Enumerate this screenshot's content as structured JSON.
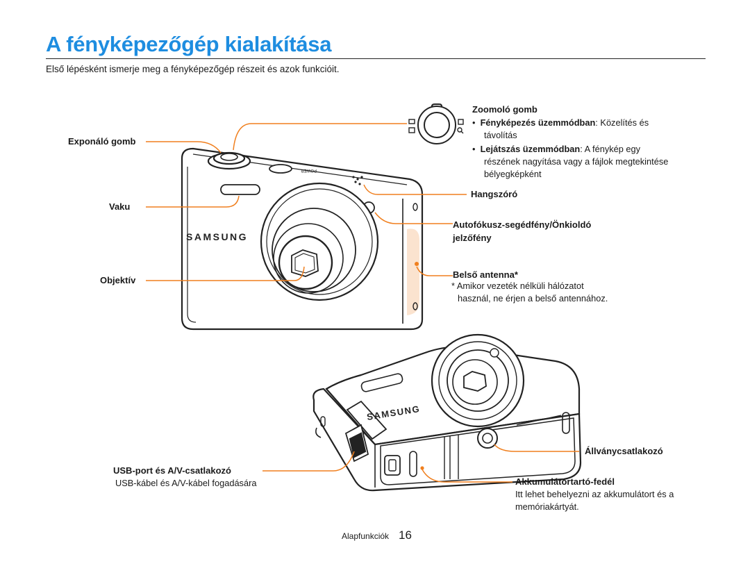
{
  "title": "A fényképezőgép kialakítása",
  "intro": "Első lépésként ismerje meg a fényképezőgép részeit és azok funkcióit.",
  "callouts": {
    "shutter": "Exponáló gomb",
    "flash": "Vaku",
    "lens": "Objektív",
    "zoom": {
      "label": "Zoomoló gomb",
      "bullet1_bold": "Fényképezés üzemmódban",
      "bullet1_text": ": Közelítés és",
      "bullet1_cont": "távolítás",
      "bullet2_bold": "Lejátszás üzemmódban",
      "bullet2_text": ": A fénykép egy",
      "bullet2_cont1": "részének nagyítása vagy a fájlok megtekintése",
      "bullet2_cont2": "bélyegképként"
    },
    "speaker": "Hangszóró",
    "af_lamp_line1": "Autofókusz-segédfény/Önkioldó",
    "af_lamp_line2": "jelzőfény",
    "antenna": {
      "label": "Belső antenna*",
      "note1": "* Amikor vezeték nélküli hálózatot",
      "note2": "használ, ne érjen a belső antennához."
    },
    "tripod": "Állványcsatlakozó",
    "usb": {
      "label": "USB-port és A/V-csatlakozó",
      "desc": "USB-kábel és A/V-kábel fogadására"
    },
    "battery": {
      "label": "Akkumulátortartó-fedél",
      "desc1": "Itt lehet behelyezni az akkumulátort és a",
      "desc2": "memóriakártyát."
    }
  },
  "camera_marks": {
    "brand": "SAMSUNG",
    "power": "POWER"
  },
  "footer": {
    "section": "Alapfunkciók",
    "page": "16"
  },
  "colors": {
    "title": "#1e8de0",
    "leader": "#f07f1e",
    "antenna_area": "#fbe3cf"
  }
}
